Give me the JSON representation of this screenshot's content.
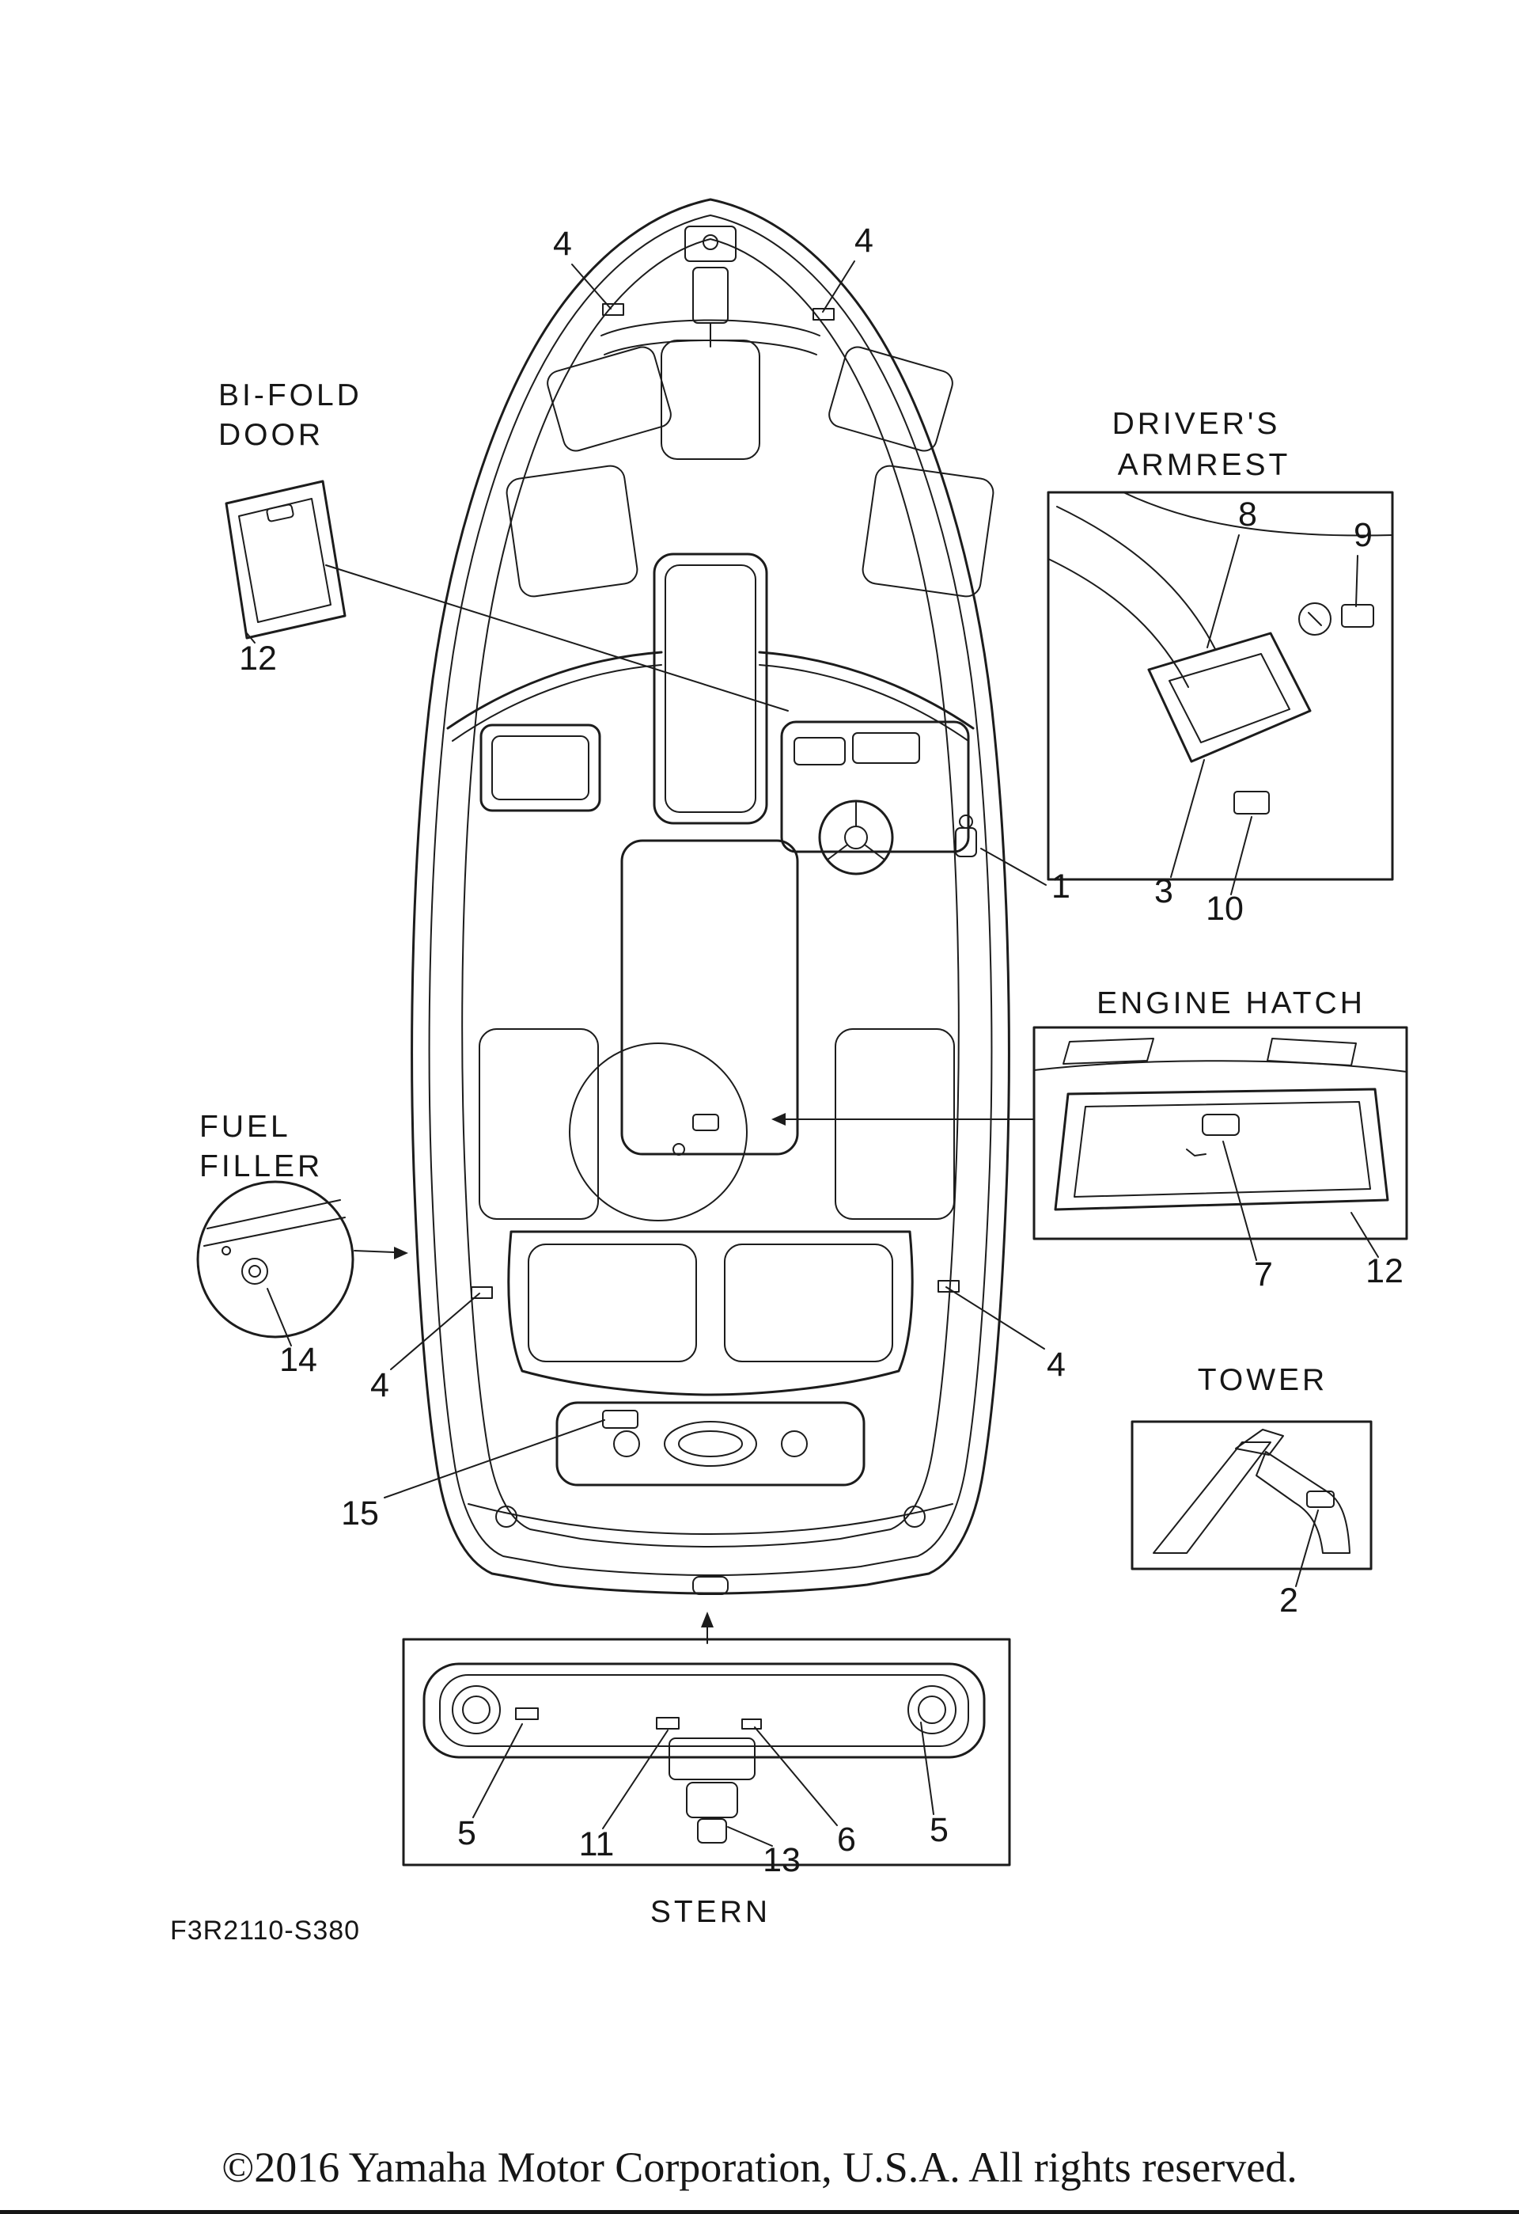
{
  "page": {
    "background": "#ffffff",
    "ink": "#1c1c1c"
  },
  "insets": {
    "bifold_door": {
      "label_line1": "BI-FOLD",
      "label_line2": "DOOR",
      "callout": "12"
    },
    "drivers_armrest": {
      "label_line1": "DRIVER'S",
      "label_line2": "ARMREST",
      "callouts": {
        "c8": "8",
        "c9": "9",
        "c3": "3",
        "c10": "10"
      }
    },
    "engine_hatch": {
      "label": "ENGINE HATCH",
      "callouts": {
        "c7": "7",
        "c12": "12"
      }
    },
    "fuel_filler": {
      "label_line1": "FUEL",
      "label_line2": "FILLER",
      "callout": "14"
    },
    "tower": {
      "label": "TOWER",
      "callout": "2"
    },
    "stern": {
      "label": "STERN",
      "callouts": {
        "c5_left": "5",
        "c11": "11",
        "c13": "13",
        "c6": "6",
        "c5_right": "5"
      }
    }
  },
  "main_view": {
    "callouts": {
      "c4_bow_left": "4",
      "c4_bow_right": "4",
      "c1": "1",
      "c4_mid_left": "4",
      "c4_mid_right": "4",
      "c15": "15"
    }
  },
  "footer": {
    "part_code": "F3R2110-S380",
    "copyright": "©2016 Yamaha Motor Corporation, U.S.A. All rights reserved."
  }
}
